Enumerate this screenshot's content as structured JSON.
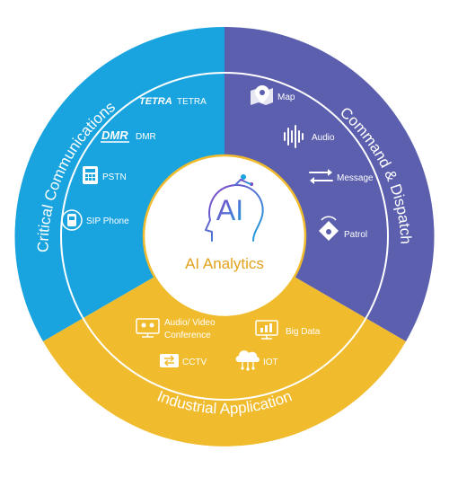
{
  "center": {
    "logo_text": "AI",
    "title": "AI Analytics"
  },
  "segments": {
    "critical": {
      "title": "Critical Communications",
      "color": "#1aa4df",
      "items": [
        {
          "label": "TETRA",
          "logo": "TETRA",
          "icon": "tetra-logo-icon"
        },
        {
          "label": "DMR",
          "logo": "DMR",
          "icon": "dmr-logo-icon"
        },
        {
          "label": "PSTN",
          "icon": "desk-phone-icon"
        },
        {
          "label": "SIP Phone",
          "icon": "sip-phone-icon"
        }
      ]
    },
    "command": {
      "title": "Command & Dispatch",
      "color": "#5b5fae",
      "items": [
        {
          "label": "Map",
          "icon": "map-pin-icon"
        },
        {
          "label": "Audio",
          "icon": "audio-wave-icon"
        },
        {
          "label": "Message",
          "icon": "message-arrows-icon"
        },
        {
          "label": "Patrol",
          "icon": "patrol-tag-icon"
        }
      ]
    },
    "industrial": {
      "title": "Industrial Application",
      "color": "#f0bb2c",
      "items": [
        {
          "label_line1": "Audio/ Video",
          "label_line2": "Conference",
          "icon": "video-conference-icon"
        },
        {
          "label": "Big Data",
          "icon": "big-data-icon"
        },
        {
          "label": "CCTV",
          "icon": "cctv-icon"
        },
        {
          "label": "IOT",
          "icon": "iot-cloud-icon"
        }
      ]
    }
  },
  "colors": {
    "ring_line": "#ffffff",
    "center_ring": "#f0bb2c",
    "ai_gradient_start": "#8a3fc7",
    "ai_gradient_end": "#1aa4df",
    "title_color": "#e2a21a"
  }
}
